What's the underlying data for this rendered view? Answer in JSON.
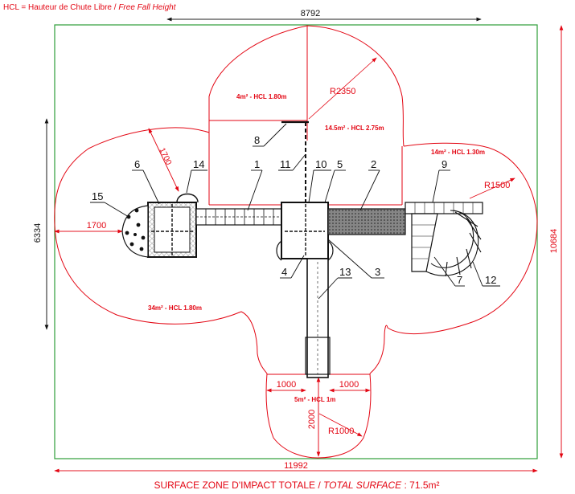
{
  "colors": {
    "zone": "#e30613",
    "frame": "#2e9e3a",
    "ink": "#111111",
    "dims": "#111111"
  },
  "legend": {
    "prefix": "HCL = Hauteur de Chute Libre / ",
    "italic": "Free Fall Height"
  },
  "footer": {
    "prefix": "SURFACE ZONE D'IMPACT TOTALE / ",
    "italic": "TOTAL SURFACE",
    "suffix": " : 71.5m²"
  },
  "dimensions": {
    "top_width": "8792",
    "bottom_width": "11992",
    "left_height": "6334",
    "right_height": "10684",
    "left_offset": "1700",
    "diag_offset": "1700",
    "bottom_left": "1000",
    "bottom_right": "1000",
    "bottom_depth": "2000"
  },
  "radii": {
    "top": "R2350",
    "right": "R1500",
    "bottom": "R1000"
  },
  "zones": {
    "top_small": "4m² - HCL 1.80m",
    "top_main": "14.5m² - HCL 2.75m",
    "right": "14m² - HCL 1.30m",
    "left": "34m² - HCL 1.80m",
    "bottom": "5m² - HCL 1m"
  },
  "callouts": {
    "c1": "1",
    "c2": "2",
    "c3": "3",
    "c4": "4",
    "c5": "5",
    "c6": "6",
    "c7": "7",
    "c8": "8",
    "c9": "9",
    "c10": "10",
    "c11": "11",
    "c12": "12",
    "c13": "13",
    "c14": "14",
    "c15": "15"
  }
}
